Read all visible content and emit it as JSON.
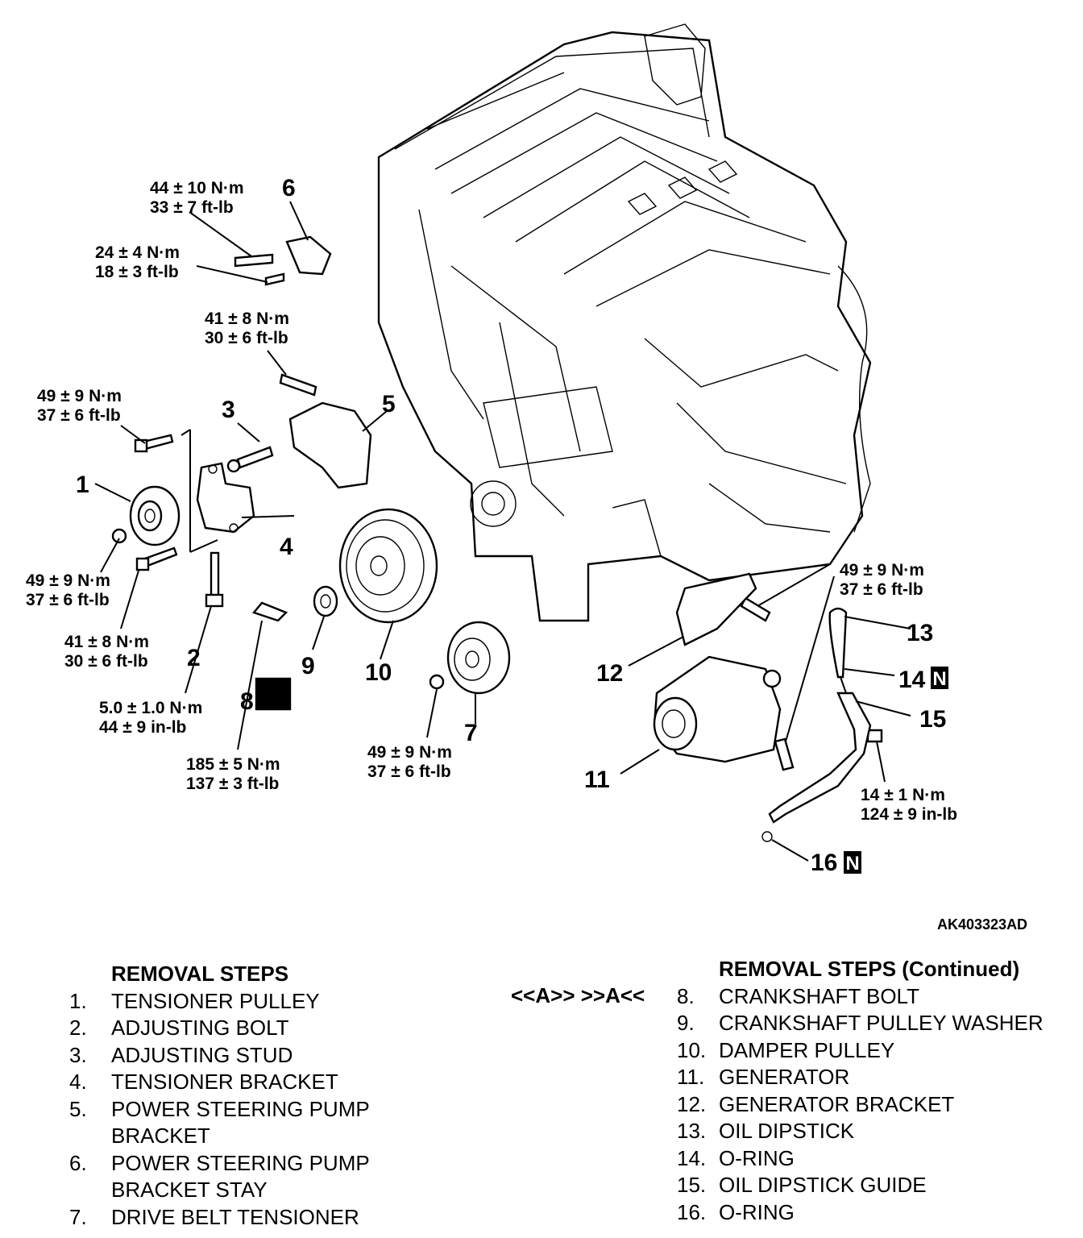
{
  "figure_code": "AK403323AD",
  "torque_labels": {
    "t6a": [
      "44 ± 10 N·m",
      "33 ± 7 ft-lb"
    ],
    "t6b": [
      "24 ± 4 N·m",
      "18 ± 3 ft-lb"
    ],
    "t5": [
      "41 ± 8 N·m",
      "30 ± 6 ft-lb"
    ],
    "t4": [
      "49 ± 9 N·m",
      "37 ± 6 ft-lb"
    ],
    "t1nut": [
      "49 ± 9 N·m",
      "37 ± 6 ft-lb"
    ],
    "t1bolt": [
      "41 ± 8 N·m",
      "30 ± 6 ft-lb"
    ],
    "t2": [
      "5.0 ± 1.0 N·m",
      "44 ± 9 in-lb"
    ],
    "t8": [
      "185 ± 5 N·m",
      "137 ± 3 ft-lb"
    ],
    "t7": [
      "49 ± 9 N·m",
      "37 ± 6 ft-lb"
    ],
    "t11": [
      "49 ± 9 N·m",
      "37 ± 6 ft-lb"
    ],
    "t15": [
      "14 ± 1 N·m",
      "124 ± 9 in-lb"
    ]
  },
  "callouts": [
    "1",
    "2",
    "3",
    "4",
    "5",
    "6",
    "7",
    "8",
    "9",
    "10",
    "11",
    "12",
    "13",
    "14",
    "15",
    "16"
  ],
  "new_part_mark": "N",
  "removal_steps": {
    "heading": "REMOVAL STEPS",
    "heading_continued": "REMOVAL STEPS (Continued)",
    "step_marks": "<<A>>   >>A<<",
    "left": [
      {
        "n": "1.",
        "text": "TENSIONER PULLEY"
      },
      {
        "n": "2.",
        "text": "ADJUSTING BOLT"
      },
      {
        "n": "3.",
        "text": "ADJUSTING STUD"
      },
      {
        "n": "4.",
        "text": "TENSIONER BRACKET"
      },
      {
        "n": "5.",
        "text": "POWER STEERING PUMP",
        "cont": "BRACKET"
      },
      {
        "n": "6.",
        "text": "POWER STEERING PUMP",
        "cont": "BRACKET STAY"
      },
      {
        "n": "7.",
        "text": "DRIVE BELT TENSIONER"
      }
    ],
    "right": [
      {
        "n": "8.",
        "text": "CRANKSHAFT BOLT"
      },
      {
        "n": "9.",
        "text": "CRANKSHAFT PULLEY WASHER"
      },
      {
        "n": "10.",
        "text": "DAMPER PULLEY"
      },
      {
        "n": "11.",
        "text": "GENERATOR"
      },
      {
        "n": "12.",
        "text": "GENERATOR BRACKET"
      },
      {
        "n": "13.",
        "text": "OIL DIPSTICK"
      },
      {
        "n": "14.",
        "text": "O-RING"
      },
      {
        "n": "15.",
        "text": "OIL DIPSTICK GUIDE"
      },
      {
        "n": "16.",
        "text": "O-RING"
      }
    ]
  }
}
